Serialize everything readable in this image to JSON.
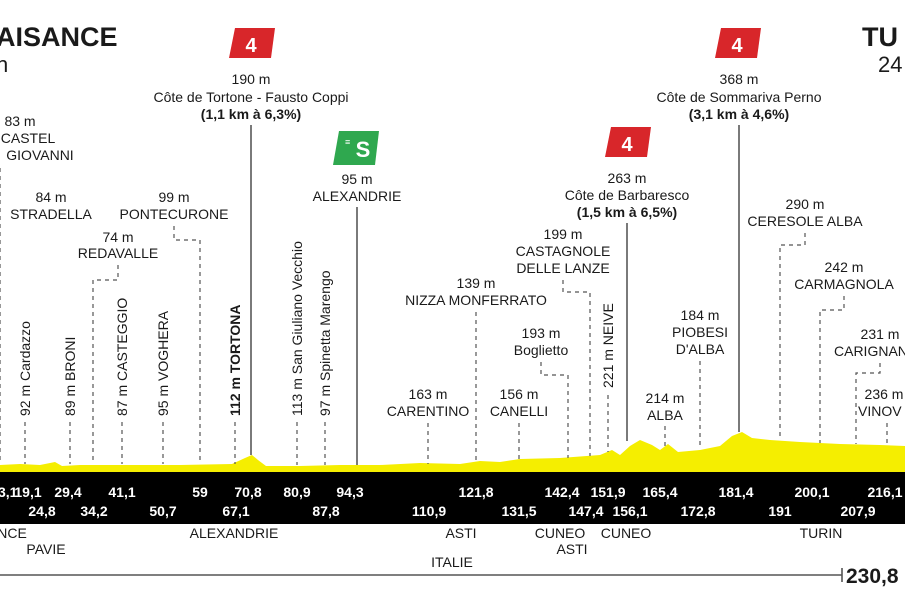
{
  "header": {
    "start_town": "AISANCE",
    "start_sub": "n",
    "finish_town": "TU",
    "finish_sub": "24"
  },
  "climbs": [
    {
      "cat": "4",
      "alt": "190 m",
      "name": "Côte de Tortone - Fausto Coppi",
      "detail": "(1,1 km à 6,3%)"
    },
    {
      "cat": "4",
      "alt": "263 m",
      "name": "Côte de Barbaresco",
      "detail": "(1,5 km à 6,5%)"
    },
    {
      "cat": "4",
      "alt": "368 m",
      "name": "Côte de Sommariva Perno",
      "detail": "(3,1 km à 4,6%)"
    }
  ],
  "sprint": {
    "alt": "95 m",
    "name": "ALEXANDRIE",
    "color": "#2fa84f"
  },
  "climb_color": "#d8262a",
  "profile_color": "#f5ee00",
  "places": [
    {
      "alt": "83 m",
      "l1": "CASTEL",
      "l2": "GIOVANNI"
    },
    {
      "alt": "84 m",
      "l1": "STRADELLA"
    },
    {
      "alt": "99 m",
      "l1": "PONTECURONE"
    },
    {
      "alt": "74 m",
      "l1": "REDAVALLE"
    },
    {
      "alt": "199 m",
      "l1": "CASTAGNOLE",
      "l2": "DELLE LANZE"
    },
    {
      "alt": "139 m",
      "l1": "NIZZA MONFERRATO"
    },
    {
      "alt": "193 m",
      "l1": "Boglietto"
    },
    {
      "alt": "163 m",
      "l1": "CARENTINO"
    },
    {
      "alt": "156 m",
      "l1": "CANELLI"
    },
    {
      "alt": "214 m",
      "l1": "ALBA"
    },
    {
      "alt": "184 m",
      "l1": "PIOBESI",
      "l2": "D'ALBA"
    },
    {
      "alt": "290 m",
      "l1": "CERESOLE ALBA"
    },
    {
      "alt": "242 m",
      "l1": "CARMAGNOLA"
    },
    {
      "alt": "231 m",
      "l1": "CARIGNAN"
    },
    {
      "alt": "236 m",
      "l1": "VINOV"
    }
  ],
  "vertical_places": [
    {
      "text": "m Cardazzo"
    },
    {
      "text": "92 m Cardazzo"
    },
    {
      "text": "89 m BRONI"
    },
    {
      "text": "87 m CASTEGGIO"
    },
    {
      "text": "95 m VOGHERA"
    },
    {
      "text": "112 m TORTONA"
    },
    {
      "text": "113 m San Giuliano Vecchio"
    },
    {
      "text": "97 m Spinetta Marengo"
    },
    {
      "text": "221 m NEIVE"
    }
  ],
  "km_top": [
    "19,1",
    "29,4",
    "41,1",
    "59",
    "70,8",
    "80,9",
    "94,3",
    "121,8",
    "142,4",
    "151,9",
    "165,4",
    "181,4",
    "200,1",
    "216,1"
  ],
  "km_bottom": [
    "24,8",
    "34,2",
    "50,7",
    "67,1",
    "87,8",
    "110,9",
    "131,5",
    "147,4",
    "156,1",
    "172,8",
    "191",
    "207,9"
  ],
  "km_edge": "3,1",
  "regions_line1": [
    {
      "text": "NCE"
    },
    {
      "text": "ALEXANDRIE"
    },
    {
      "text": "ASTI"
    },
    {
      "text": "CUNEO"
    },
    {
      "text": "CUNEO"
    },
    {
      "text": "TURIN"
    }
  ],
  "regions_line2": [
    {
      "text": "PAVIE"
    },
    {
      "text": "ASTI"
    }
  ],
  "country": "ITALIE",
  "total_distance": "230,8"
}
